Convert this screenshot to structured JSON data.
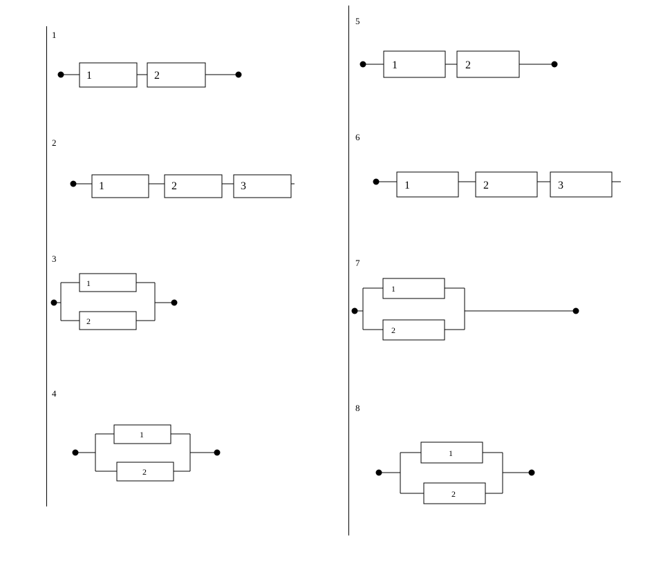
{
  "schemes": [
    {
      "number": "1",
      "elements": [
        "1",
        "2"
      ]
    },
    {
      "number": "2",
      "elements": [
        "1",
        "2",
        "3"
      ]
    },
    {
      "number": "3",
      "elements": [
        "1",
        "2"
      ]
    },
    {
      "number": "4",
      "elements": [
        "1",
        "2"
      ]
    },
    {
      "number": "5",
      "elements": [
        "1",
        "2"
      ]
    },
    {
      "number": "6",
      "elements": [
        "1",
        "2",
        "3"
      ]
    },
    {
      "number": "7",
      "elements": [
        "1",
        "2"
      ]
    },
    {
      "number": "8",
      "elements": [
        "1",
        "2"
      ]
    }
  ]
}
